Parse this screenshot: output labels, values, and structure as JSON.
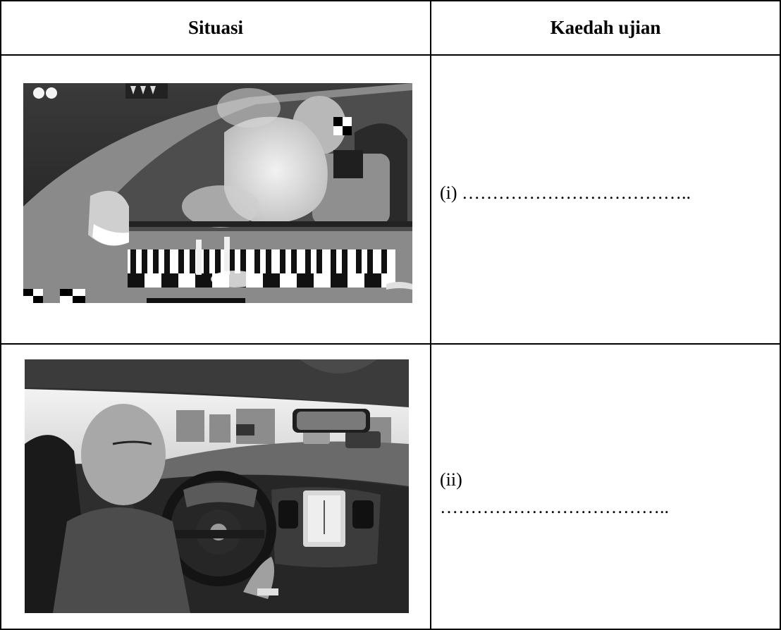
{
  "table": {
    "headers": [
      "Situasi",
      "Kaedah ujian"
    ],
    "rows": [
      {
        "photo": "crash-test-photo",
        "answer_label": "(i)",
        "answer_dots": "……………………………….."
      },
      {
        "photo": "driver-photo",
        "answer_label": "(ii)",
        "answer_dots": "……………………………….."
      }
    ]
  }
}
